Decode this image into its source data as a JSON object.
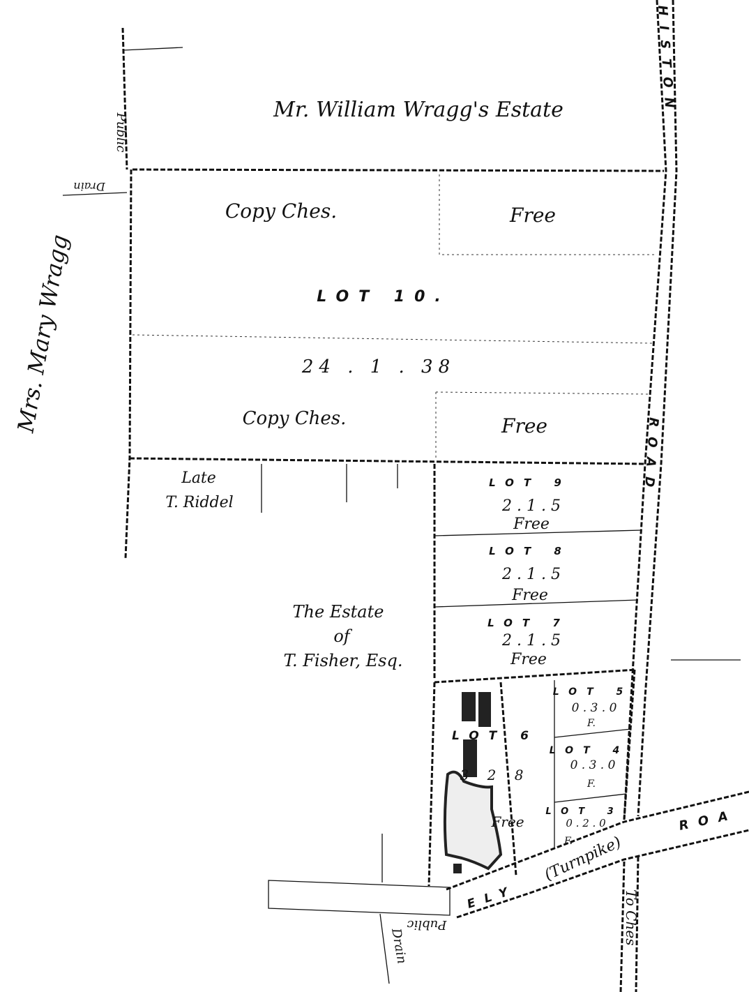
{
  "labels": {
    "wragg_estate": "Mr. William Wragg's Estate",
    "mary_wragg": "Mrs. Mary Wragg",
    "public_drain_top_public": "Public",
    "public_drain_top_drain": "Drain",
    "lot10_copy_upper": "Copy Ches.",
    "lot10_free_upper": "Free",
    "lot10_title": "LOT 10.",
    "lot10_area": "24 . 1 . 38",
    "lot10_copy_lower": "Copy Ches.",
    "lot10_free_lower": "Free",
    "riddel_late": "Late",
    "riddel_name": "T. Riddel",
    "fisher_1": "The Estate",
    "fisher_2": "of",
    "fisher_3": "T. Fisher, Esq.",
    "lot9_title": "LOT 9",
    "lot9_area": "2 . 1 . 5",
    "lot9_tenure": "Free",
    "lot8_title": "LOT 8",
    "lot8_area": "2 . 1 . 5",
    "lot8_tenure": "Free",
    "lot7_title": "LOT 7",
    "lot7_area": "2 . 1 . 5",
    "lot7_tenure": "Free",
    "lot6_title": "LOT 6",
    "lot6_area": "3 2 8",
    "lot6_tenure": "Free",
    "lot5_title": "LOT 5",
    "lot5_area": "0 . 3 . 0",
    "lot5_tenure": "F.",
    "lot4_title": "LOT 4",
    "lot4_area": "0 . 3 . 0",
    "lot4_tenure": "F.",
    "lot3_title": "LOT 3",
    "lot3_area": "0 . 2 . 0",
    "lot3_tenure": "F.",
    "histon_road_1": "HISTON",
    "histon_road_2": "ROAD",
    "ely_road_1": "ELY",
    "ely_road_2": "(Turnpike)",
    "ely_road_3": "ROA",
    "to_ches": "To Ches",
    "public_drain_bottom_public": "Public",
    "public_drain_bottom_drain": "Drain"
  },
  "colors": {
    "ink": "#111111",
    "paper": "#ffffff"
  }
}
